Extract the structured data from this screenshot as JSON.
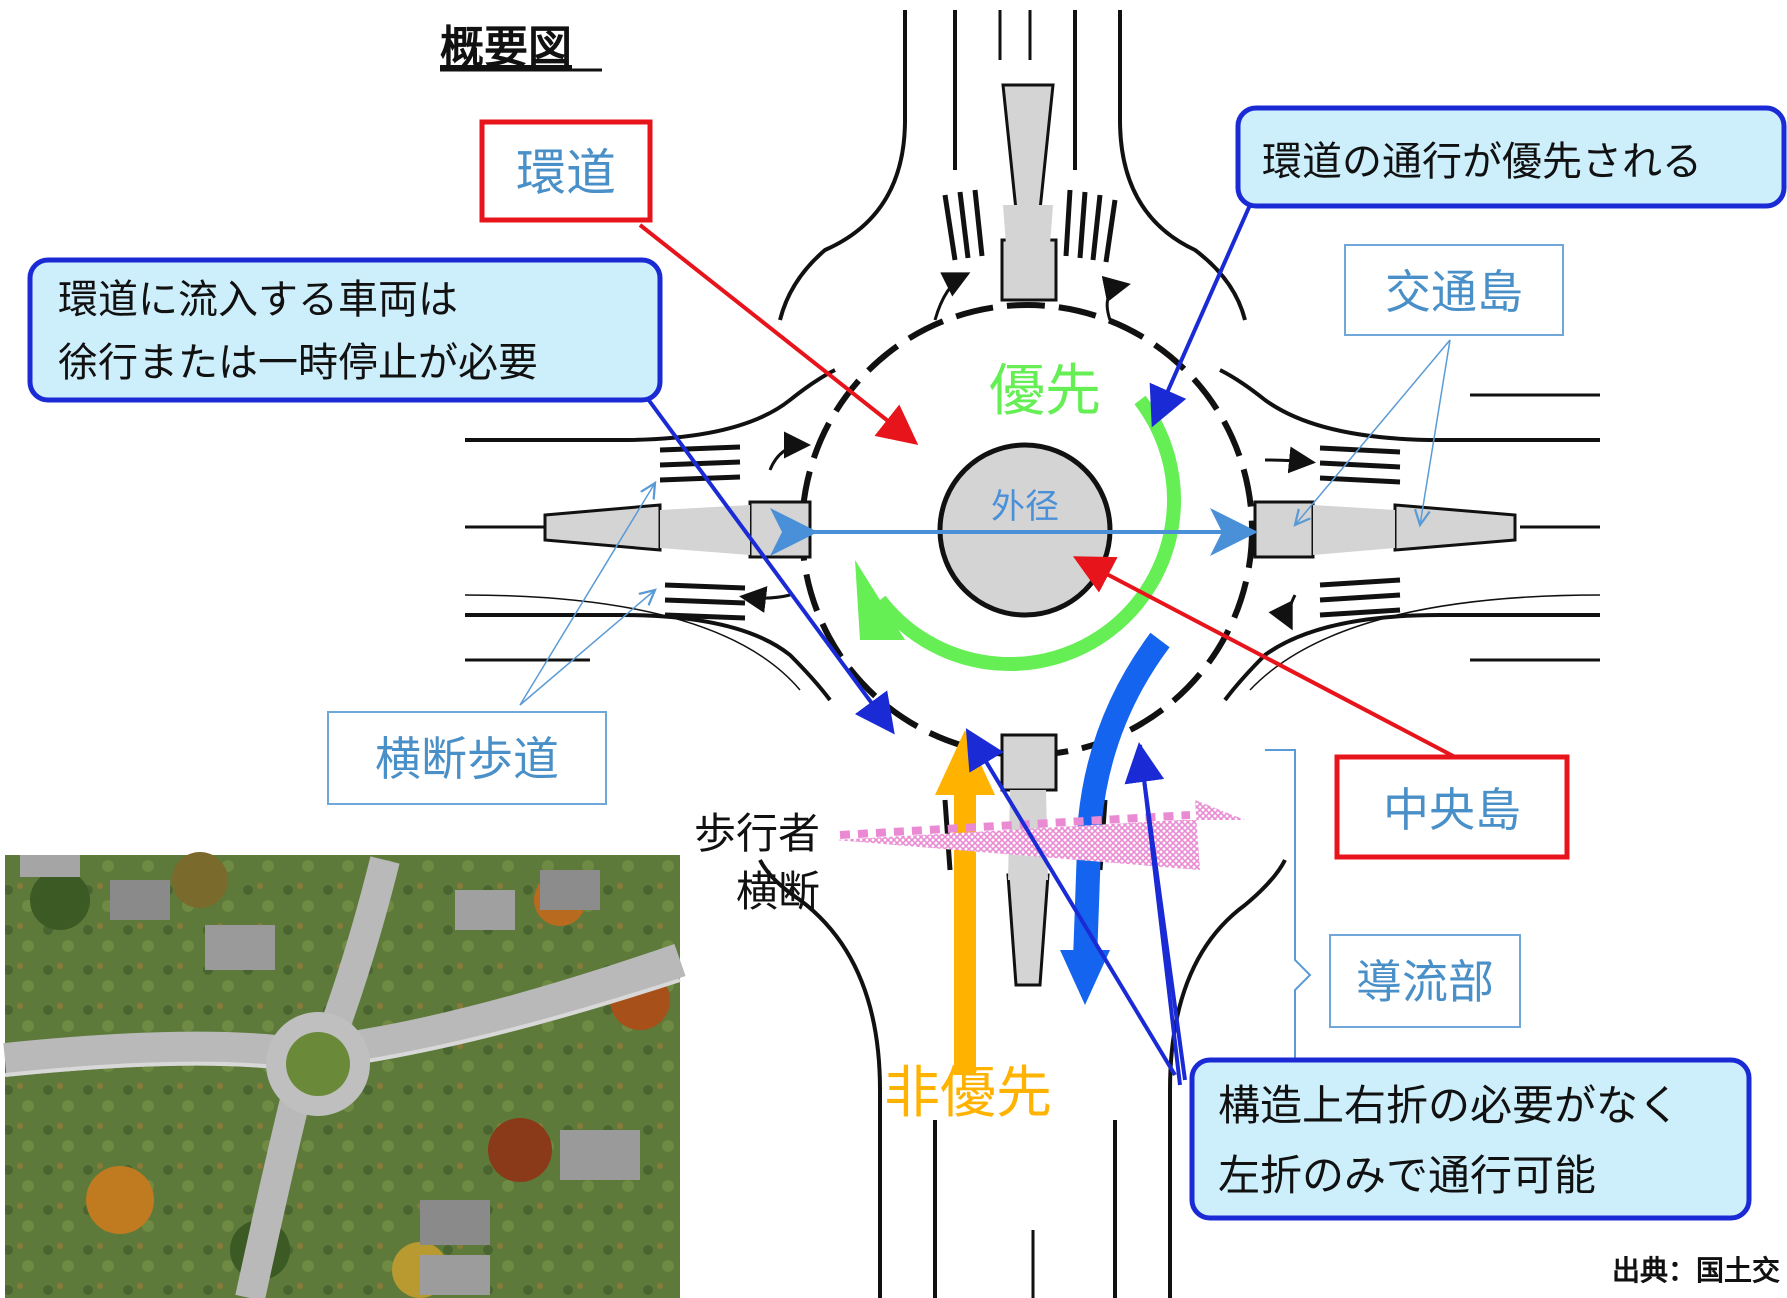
{
  "title": "概要図",
  "labels": {
    "ring_road": "環道",
    "ring_priority": "環道の通行が優先される",
    "entry_note_line1": "環道に流入する車両は",
    "entry_note_line2": "徐行または一時停止が必要",
    "traffic_island": "交通島",
    "crosswalk": "横断歩道",
    "central_island": "中央島",
    "outer_diameter": "外径",
    "priority": "優先",
    "non_priority": "非優先",
    "pedestrian_line1": "歩行者",
    "pedestrian_line2": "横断",
    "approach": "導流部",
    "left_turn_line1": "構造上右折の必要がなく",
    "left_turn_line2": "左折のみで通行可能",
    "source": "出典：国土交"
  },
  "colors": {
    "red_box": "#e8141c",
    "blue_box_fill": "#cdeefb",
    "blue_box_border": "#1a2bd6",
    "label_text": "#4a90c8",
    "light_blue_border": "#6fa8d8",
    "priority_green": "#66ee55",
    "non_priority_orange": "#ffb300",
    "flow_blue": "#1464f0",
    "pedestrian_pink": "#e98ad3"
  },
  "photo": {
    "description_icon": "aerial-photo"
  }
}
